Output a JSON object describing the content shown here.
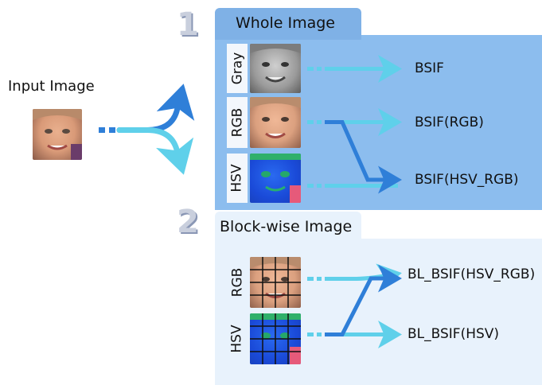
{
  "input_label": "Input Image",
  "section1": {
    "number": "1",
    "title": "Whole Image"
  },
  "section2": {
    "number": "2",
    "title": "Block-wise Image"
  },
  "rows1": [
    {
      "channel": "Gray",
      "output": "BSIF"
    },
    {
      "channel": "RGB",
      "output": "BSIF(RGB)"
    },
    {
      "channel": "HSV",
      "output": "BSIF(HSV_RGB)"
    }
  ],
  "rows2": [
    {
      "channel": "RGB",
      "output": "BL_BSIF(HSV_RGB)"
    },
    {
      "channel": "HSV",
      "output": "BL_BSIF(HSV)"
    }
  ],
  "colors": {
    "panel_whole": "#8cbdee",
    "tab_whole": "#7fb1e6",
    "panel_block": "#e8f2fc",
    "arrow_light": "#5fd0ea",
    "arrow_dark": "#2f7fd8"
  }
}
